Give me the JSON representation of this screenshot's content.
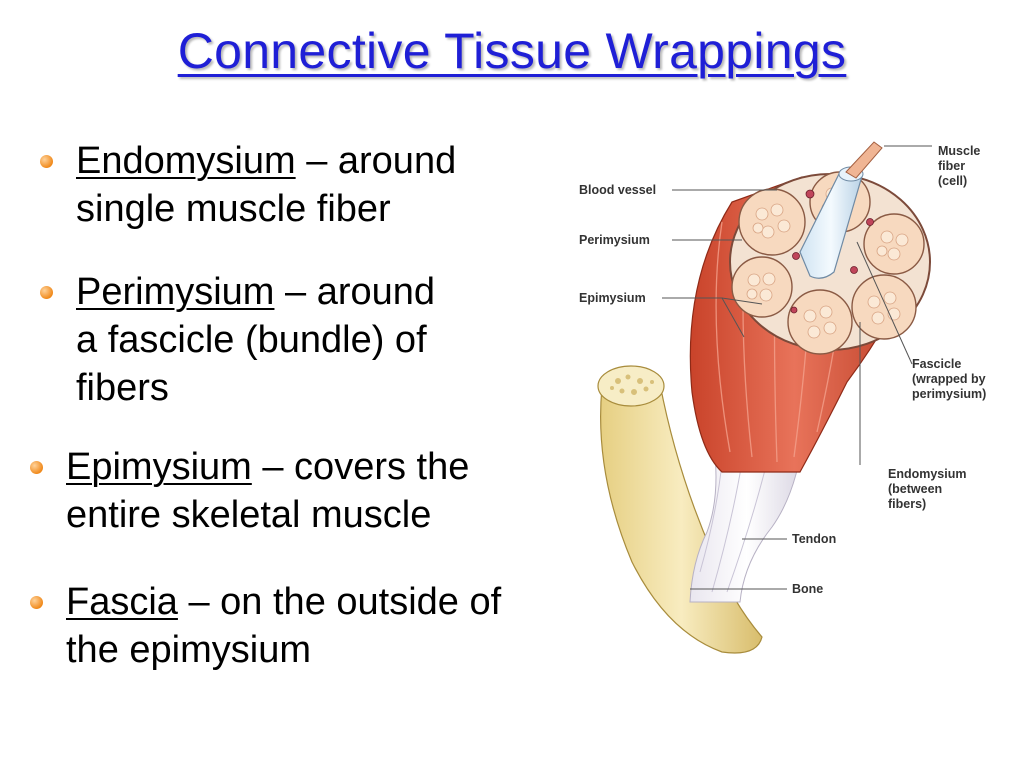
{
  "title": "Connective Tissue Wrappings",
  "bullets": [
    {
      "term": "Endomysium",
      "line1": " – around",
      "line2": "single muscle fiber",
      "line3": ""
    },
    {
      "term": "Perimysium",
      "line1": " – around",
      "line2": "a fascicle (bundle) of",
      "line3": "fibers"
    },
    {
      "term": "Epimysium",
      "line1": " – covers the",
      "line2": "entire skeletal muscle",
      "line3": ""
    },
    {
      "term": "Fascia",
      "line1": " – on the outside of",
      "line2": "the epimysium",
      "line3": ""
    }
  ],
  "diagram_labels": {
    "muscle_fiber": [
      "Muscle",
      "fiber",
      "(cell)"
    ],
    "blood_vessel": "Blood vessel",
    "perimysium": "Perimysium",
    "epimysium": "Epimysium",
    "fascicle": [
      "Fascicle",
      "(wrapped by",
      "perimysium)"
    ],
    "endomysium": [
      "Endomysium",
      "(between",
      "fibers)"
    ],
    "tendon": "Tendon",
    "bone": "Bone"
  },
  "colors": {
    "title": "#1f1fd6",
    "bullet_dot": "#f08a1c",
    "muscle": "#d9583a",
    "bone": "#f1e3a8",
    "fascicle": "#f6dcc4"
  }
}
